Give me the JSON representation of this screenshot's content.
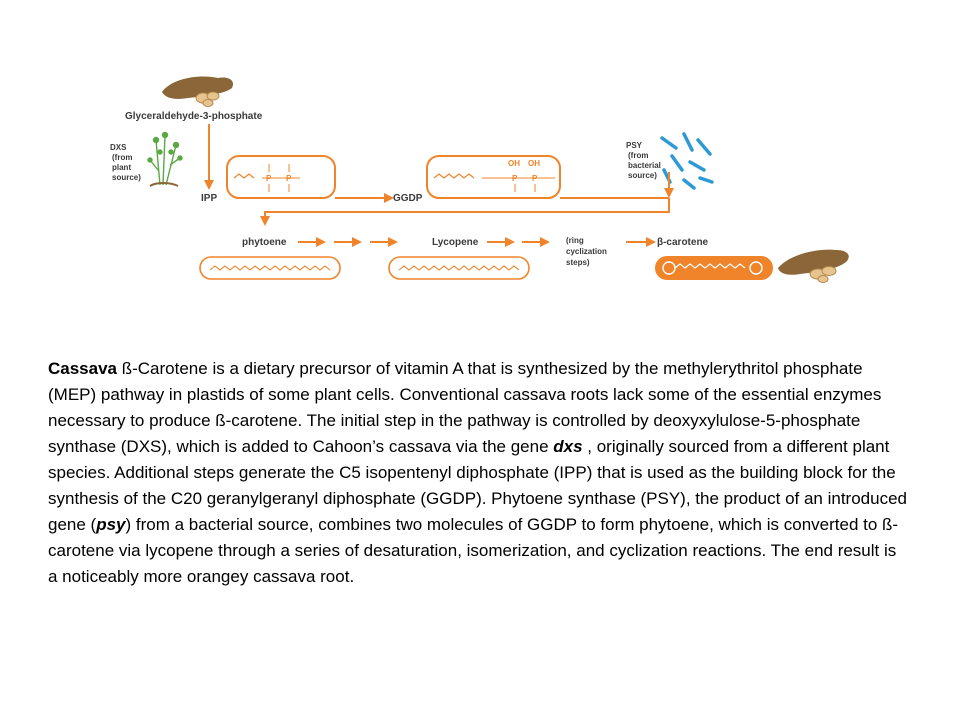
{
  "diagram": {
    "labels": {
      "g3p": "Glyceraldehyde-3-phosphate",
      "dxs": "DXS",
      "dxs_note_1": "(from",
      "dxs_note_2": "plant",
      "dxs_note_3": "source)",
      "ipp": "IPP",
      "ggdp": "GGDP",
      "psy": "PSY",
      "psy_note_1": "(from",
      "psy_note_2": "bacterial",
      "psy_note_3": "source)",
      "phytoene": "phytoene",
      "lycopene": "Lycopene",
      "ring_1": "(ring",
      "ring_2": "cyclization",
      "ring_3": "steps)",
      "bcarotene": "β-carotene",
      "p": "P",
      "oh": "OH"
    },
    "colors": {
      "orange": "#f0842a",
      "root_brown": "#8a6638",
      "root_flesh": "#e7c48e",
      "plant_green": "#5aa844",
      "bacteria_blue": "#2d9ad6",
      "text_gray": "#3a3a3a"
    },
    "icons": [
      "cassava-root-icon",
      "plant-icon",
      "bacteria-icon"
    ]
  },
  "caption": {
    "lead": "Cassava",
    "part1": " ß-Carotene is a dietary precursor of vitamin A that is synthesized by the methylerythritol phosphate (MEP) pathway in plastids of some plant cells. Conventional cassava roots lack some of the essential enzymes necessary to produce ß-carotene. The initial step in the pathway is controlled by deoxyxylulose-5-phosphate synthase (DXS), which is added to Cahoon’s cassava via the gene ",
    "gene1": "dxs",
    "part2": " , originally sourced from a different plant species. Additional steps generate the C5 isopentenyl diphosphate (IPP) that is used as the building block for the synthesis of the C20 geranylgeranyl diphosphate (GGDP).  Phytoene synthase (PSY), the product of an introduced gene (",
    "gene2": "psy",
    "part3": ") from a bacterial source, combines two molecules of GGDP to form phytoene, which is converted to ß-carotene via lycopene through a series of desaturation, isomerization, and cyclization reactions. The end result is a noticeably more orangey cassava root."
  }
}
